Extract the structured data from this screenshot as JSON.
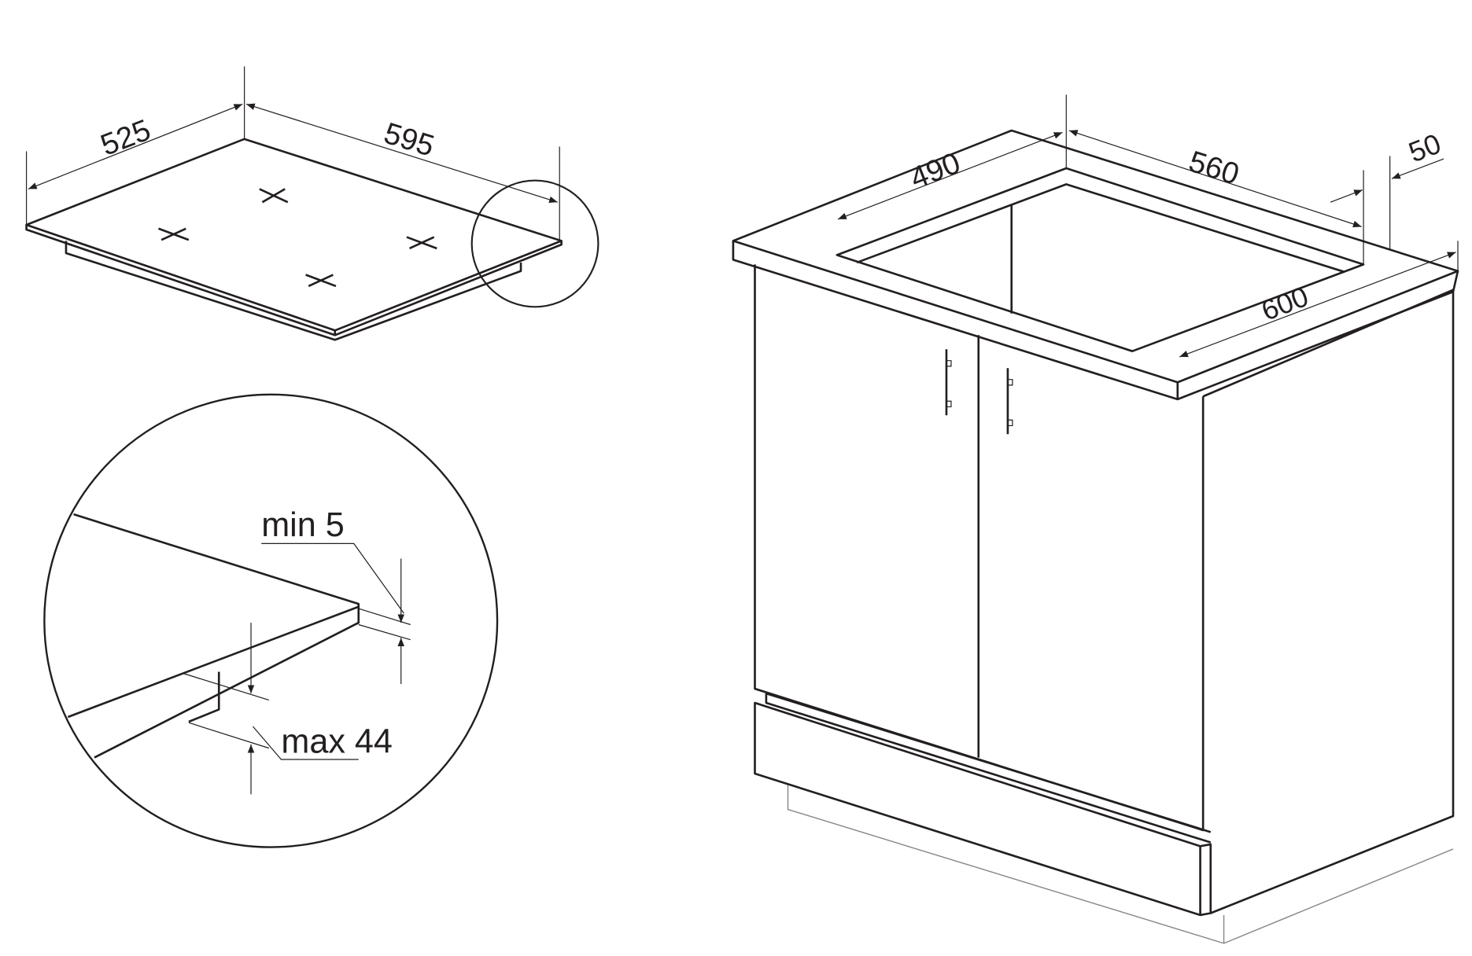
{
  "hob_dimensions": {
    "depth": "525",
    "width": "595"
  },
  "detail": {
    "min_label": "min 5",
    "max_label": "max 44"
  },
  "cabinet_dimensions": {
    "cutout_depth": "490",
    "cutout_width": "560",
    "back_clearance": "50",
    "worktop_depth": "600"
  },
  "colors": {
    "line": "#231f20",
    "background": "#ffffff",
    "ghost": "#888888"
  }
}
